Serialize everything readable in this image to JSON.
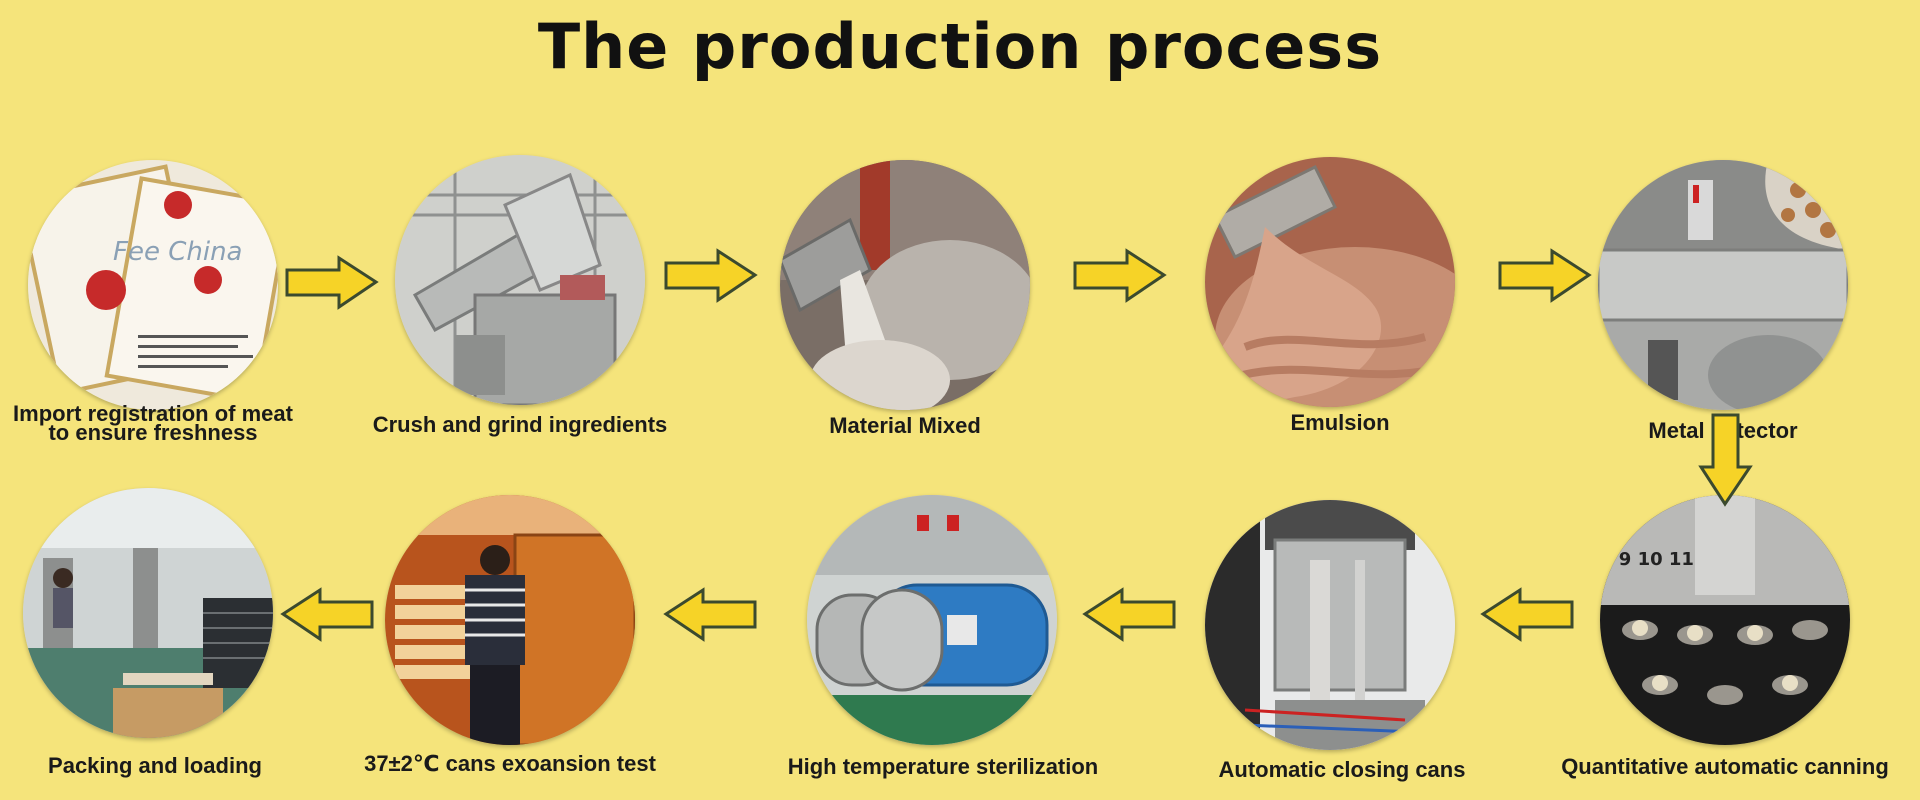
{
  "title": "The production process",
  "steps": [
    {
      "label": [
        "Import registration of meat",
        "to ensure freshness"
      ],
      "image": "certificate-documents"
    },
    {
      "label": [
        "Crush and grind ingredients"
      ],
      "image": "grinding-machine"
    },
    {
      "label": [
        "Material Mixed"
      ],
      "image": "mixing-powder"
    },
    {
      "label": [
        "Emulsion"
      ],
      "image": "emulsion-paste"
    },
    {
      "label": [
        "Metal detector"
      ],
      "image": "metal-detector-conveyor"
    },
    {
      "label": [
        "Quantitative automatic canning"
      ],
      "image": "canning-carousel"
    },
    {
      "label": [
        "Automatic closing cans"
      ],
      "image": "can-sealing-machine"
    },
    {
      "label": [
        "High temperature sterilization"
      ],
      "image": "sterilization-tanks"
    },
    {
      "label": [
        "37±2℃ cans exoansion test"
      ],
      "image": "expansion-test-room"
    },
    {
      "label": [
        "Packing and loading"
      ],
      "image": "warehouse-packing"
    }
  ],
  "colors": {
    "background": "#f5e47b",
    "arrow_fill": "#f6d327",
    "arrow_stroke": "#3b4a2e"
  }
}
